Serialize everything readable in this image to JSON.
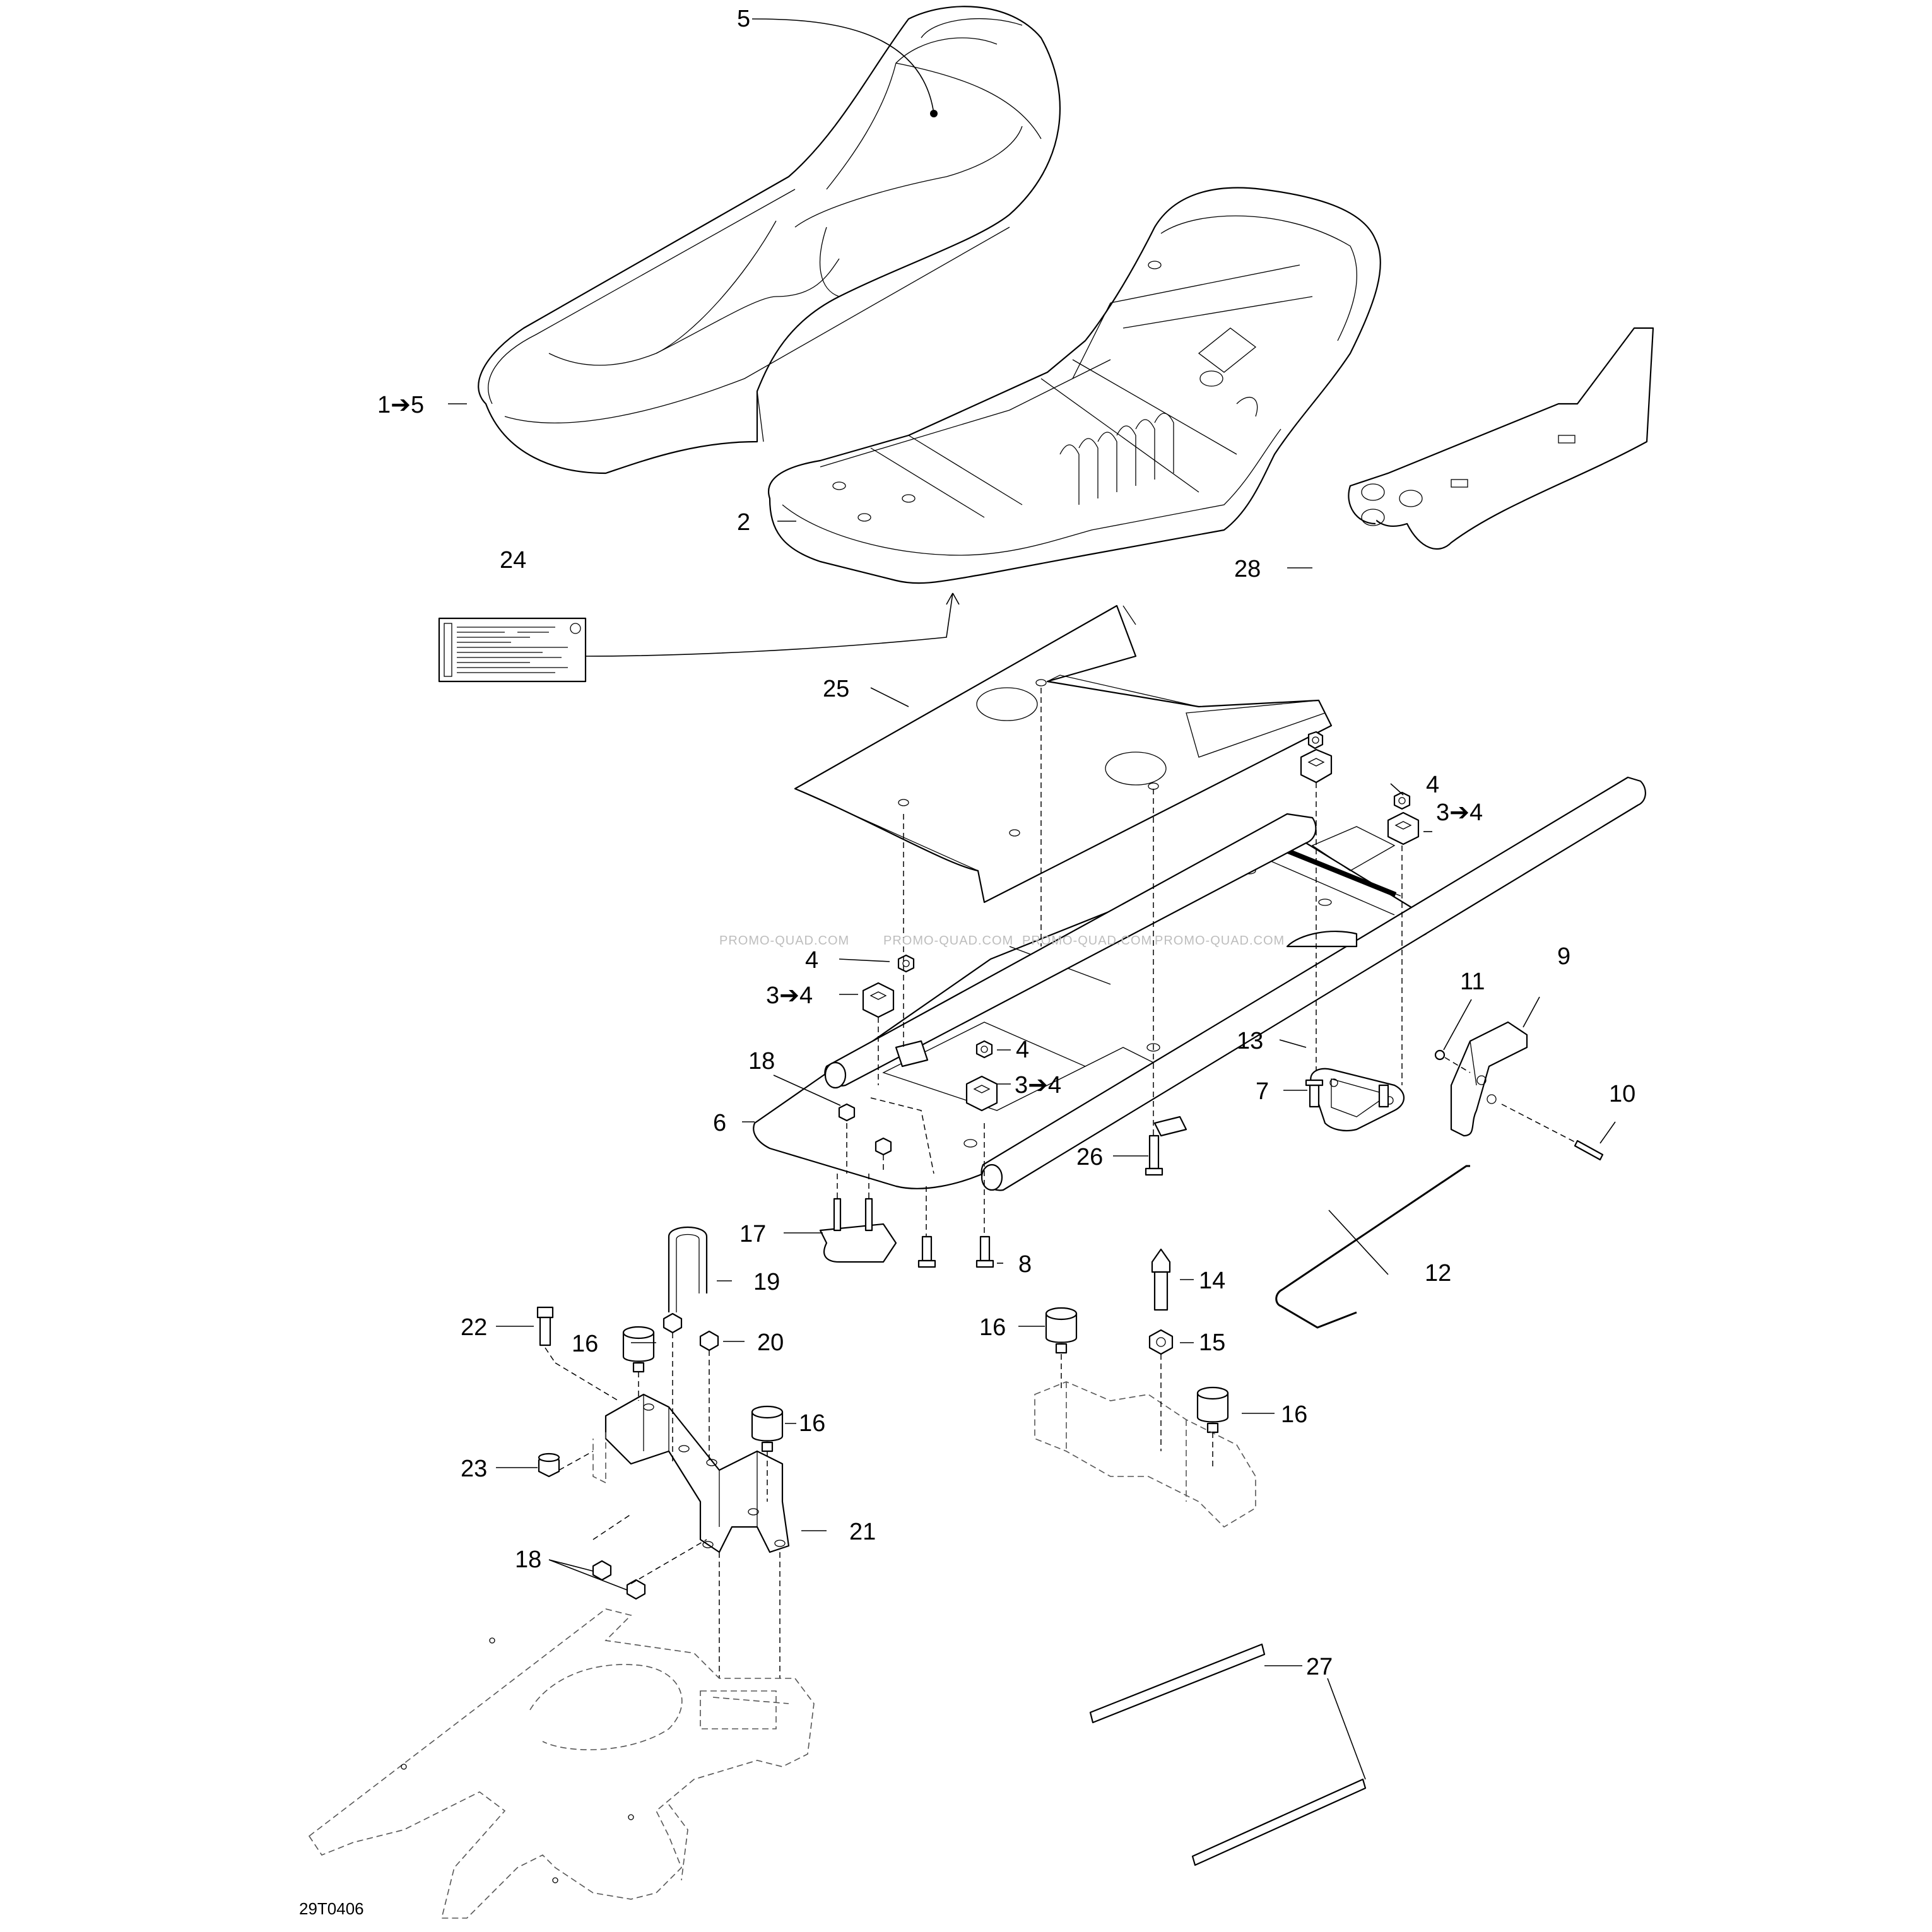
{
  "callouts": {
    "c1to5": "1➔5",
    "c2": "2",
    "c3to4_a": "3➔4",
    "c3to4_b": "3➔4",
    "c3to4_c": "3➔4",
    "c4_a": "4",
    "c4_b": "4",
    "c4_c": "4",
    "c5": "5",
    "c6": "6",
    "c7": "7",
    "c8": "8",
    "c9": "9",
    "c10": "10",
    "c11": "11",
    "c12": "12",
    "c13": "13",
    "c14": "14",
    "c15": "15",
    "c16_a": "16",
    "c16_b": "16",
    "c16_c": "16",
    "c16_d": "16",
    "c17": "17",
    "c18_a": "18",
    "c18_b": "18",
    "c19": "19",
    "c20": "20",
    "c21": "21",
    "c22": "22",
    "c23": "23",
    "c24": "24",
    "c25": "25",
    "c26": "26",
    "c27": "27",
    "c28": "28"
  },
  "watermark": "PROMO-QUAD.COM",
  "figure_id": "29T0406"
}
